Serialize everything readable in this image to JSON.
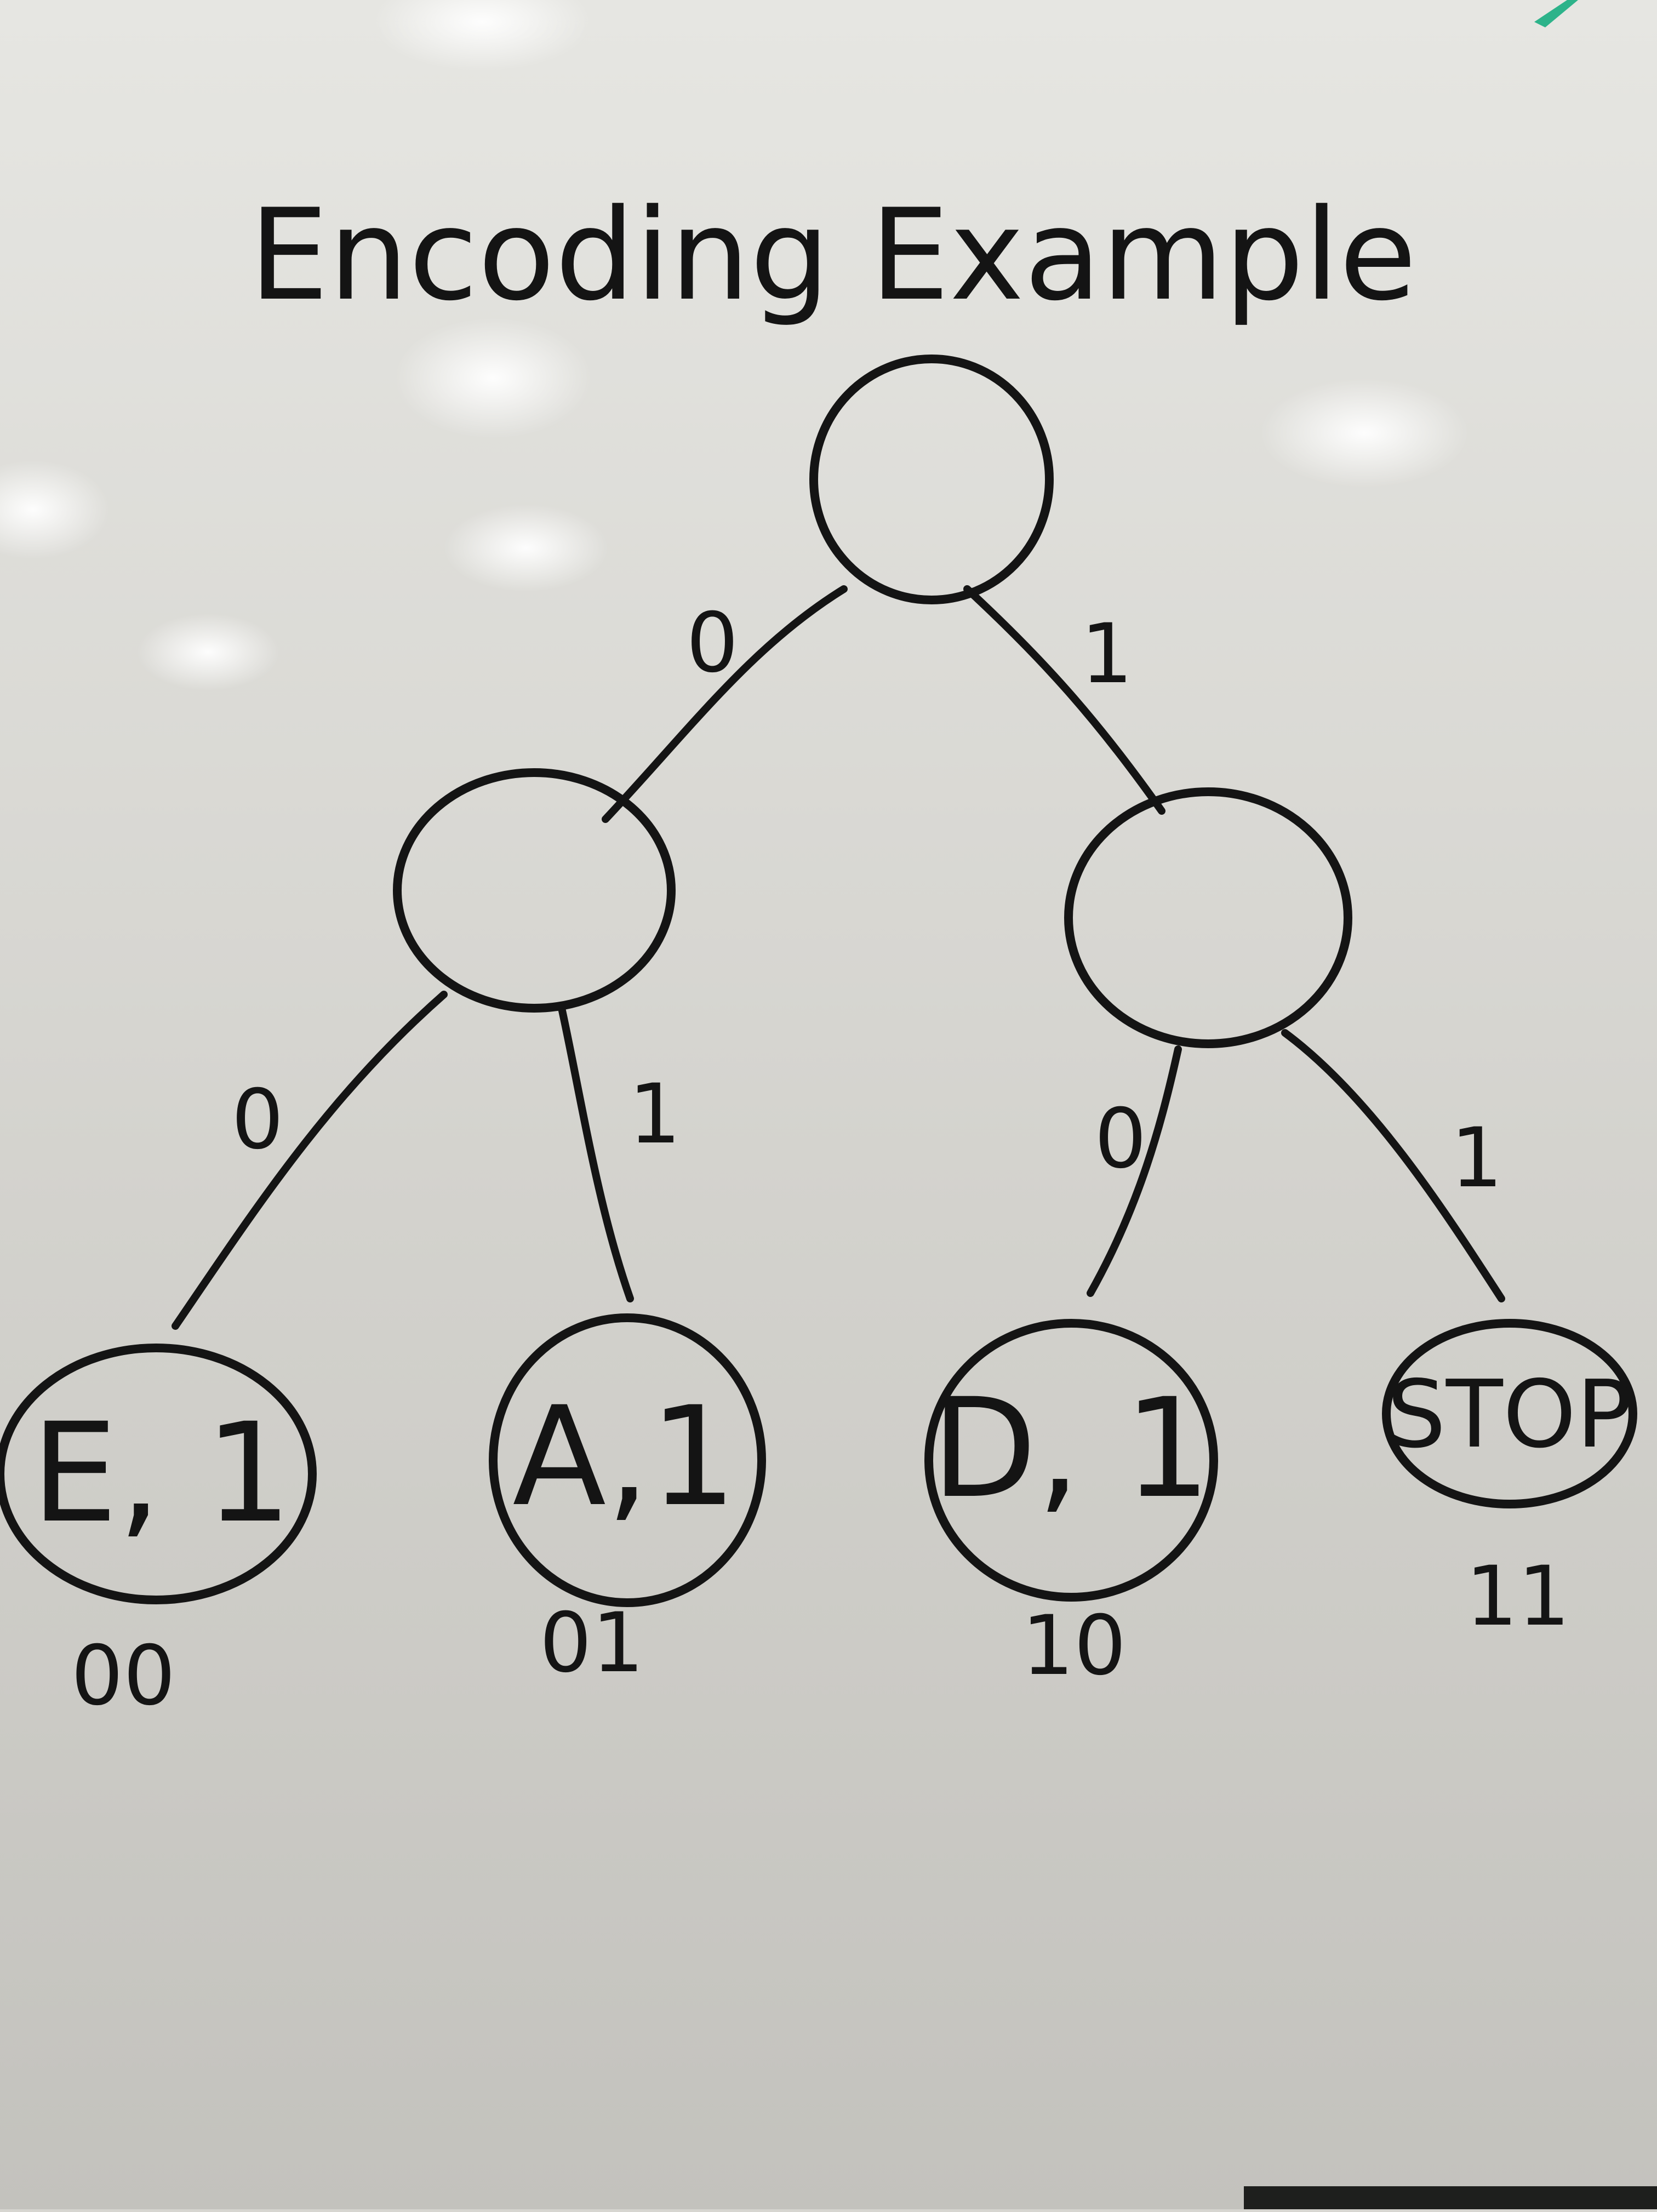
{
  "title": "Encoding Example",
  "tree": {
    "root": {
      "label": ""
    },
    "internal": [
      {
        "label": ""
      },
      {
        "label": ""
      }
    ],
    "edges": {
      "root_left": "0",
      "root_right": "1",
      "left_left": "0",
      "left_right": "1",
      "right_left": "0",
      "right_right": "1"
    },
    "leaves": [
      {
        "label": "E, 1",
        "code": "00"
      },
      {
        "label": "A,1",
        "code": "01"
      },
      {
        "label": "D, 1",
        "code": "10"
      },
      {
        "label": "STOP",
        "code": "11"
      }
    ]
  }
}
